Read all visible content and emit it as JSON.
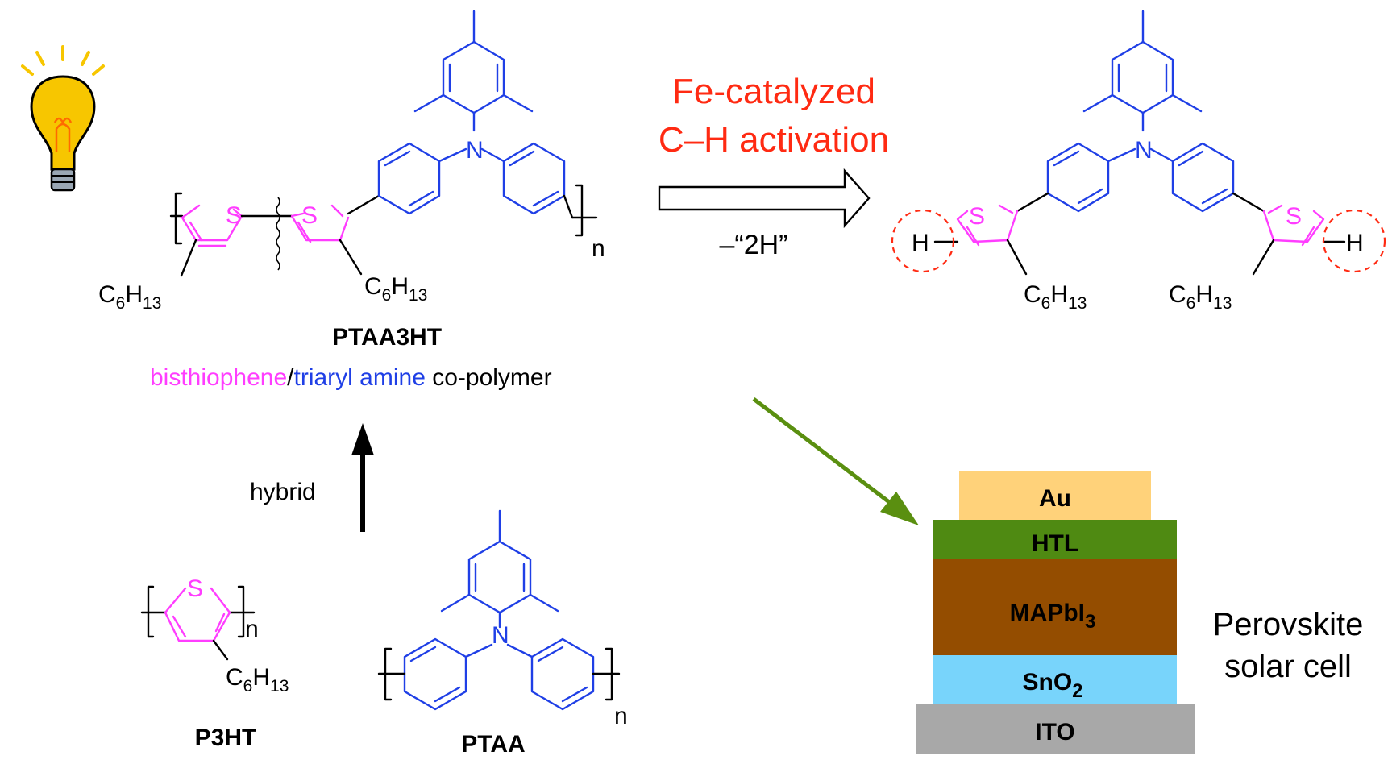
{
  "colors": {
    "thiophene": "#ff3dff",
    "amine": "#1f3fe6",
    "reaction": "#ff2a12",
    "arrow_green": "#5a8f10",
    "bulb_yellow": "#f7c600",
    "au": "#ffd27a",
    "htl": "#4f8a12",
    "mapbi": "#944d00",
    "sno2": "#78d4fb",
    "ito": "#a8a8a8",
    "circle": "#ff2a12"
  },
  "atoms": {
    "sulfur": "S",
    "nitrogen": "N",
    "hydrogen": "H",
    "repeat_n": "n",
    "hexyl_c": "C",
    "hexyl_6": "6",
    "hexyl_h": "H",
    "hexyl_13": "13"
  },
  "reaction": {
    "line1": "Fe-catalyzed",
    "line2": "C–H activation",
    "byproduct": "–“2H”"
  },
  "ptaa3ht": {
    "name": "PTAA3HT",
    "desc_thio": "bisthiophene",
    "desc_slash": "/",
    "desc_amine": "triaryl amine",
    "desc_rest": " co-polymer"
  },
  "hybrid_label": "hybrid",
  "p3ht_name": "P3HT",
  "ptaa_name": "PTAA",
  "device": {
    "caption_line1": "Perovskite",
    "caption_line2": "solar cell",
    "layers": {
      "au": "Au",
      "htl": "HTL",
      "mapbi_main": "MAPbI",
      "mapbi_sub": "3",
      "sno2_main": "SnO",
      "sno2_sub": "2",
      "ito": "ITO"
    }
  }
}
